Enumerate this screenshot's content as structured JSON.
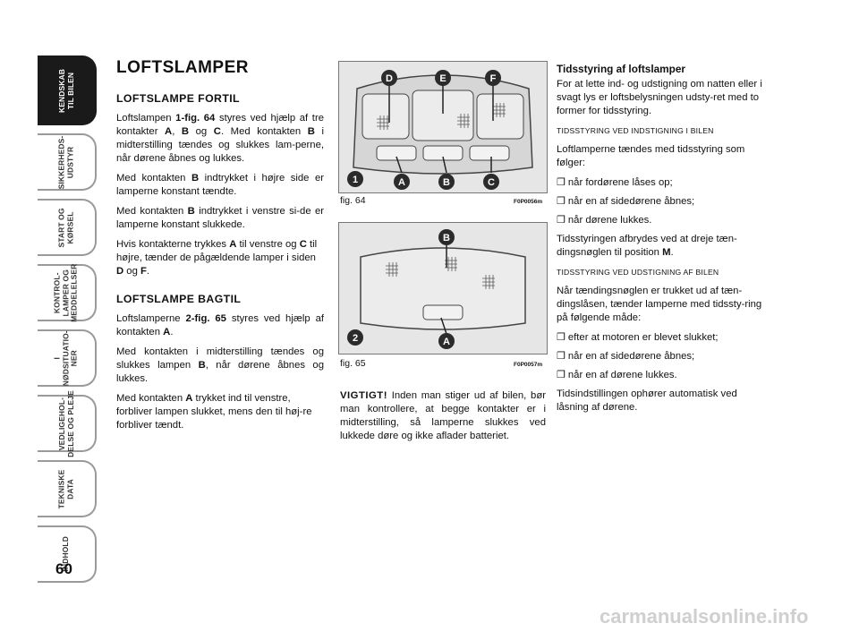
{
  "page_number": "60",
  "side_tabs": [
    {
      "label": "KENDSKAB\nTIL BILEN",
      "active": true
    },
    {
      "label": "SIKKERHEDS-\nUDSTYR",
      "active": false
    },
    {
      "label": "START OG\nKØRSEL",
      "active": false
    },
    {
      "label": "KONTROL-\nLAMPER OG\nMEDDELELSER",
      "active": false
    },
    {
      "label": "I\nNØDSITUATIO-\nNER",
      "active": false
    },
    {
      "label": "VEDLIGEHOL-\nDELSE OG PLEJE",
      "active": false
    },
    {
      "label": "TEKNISKE\nDATA",
      "active": false
    },
    {
      "label": "INDHOLD",
      "active": false
    }
  ],
  "col1": {
    "title": "LOFTSLAMPER",
    "front_heading": "LOFTSLAMPE FORTIL",
    "front_p1": {
      "a": "Loftslampen ",
      "b": "1-fig. 64",
      "c": " styres ved hjælp af tre kontakter ",
      "d": "A",
      "e": ", ",
      "f": "B",
      "g": " og ",
      "h": "C",
      "i": ". Med kontakten ",
      "j": "B",
      "k": " i midterstilling tændes og slukkes lam-perne, når dørene åbnes og lukkes."
    },
    "front_p2": {
      "a": "Med kontakten ",
      "b": "B",
      "c": " indtrykket i højre side er lamperne konstant tændte."
    },
    "front_p3": {
      "a": "Med kontakten ",
      "b": "B",
      "c": " indtrykket i venstre si-de er lamperne konstant slukkede."
    },
    "front_p4": {
      "a": "Hvis kontakterne trykkes ",
      "b": "A",
      "c": " til venstre og ",
      "d": "C",
      "e": " til højre, tænder de pågældende lamper i siden ",
      "f": "D",
      "g": " og ",
      "h": "F",
      "i": "."
    },
    "rear_heading": "LOFTSLAMPE BAGTIL",
    "rear_p1": {
      "a": "Loftslamperne ",
      "b": "2-fig. 65",
      "c": " styres ved hjælp af kontakten ",
      "d": "A",
      "e": "."
    },
    "rear_p2": {
      "a": "Med kontakten i midterstilling tændes og slukkes lampen ",
      "b": "B",
      "c": ", når dørene åbnes og lukkes."
    },
    "rear_p3": {
      "a": "Med kontakten ",
      "b": "A",
      "c": " trykket ind til venstre, forbliver lampen slukket, mens den til høj-re forbliver tændt."
    }
  },
  "fig64": {
    "caption": "fig. 64",
    "code": "F0P0056m",
    "labels": [
      "D",
      "E",
      "F",
      "1",
      "A",
      "B",
      "C"
    ]
  },
  "fig65": {
    "caption": "fig. 65",
    "code": "F0P0057m",
    "labels": [
      "B",
      "2",
      "A"
    ]
  },
  "warning": {
    "bold": "VIGTIGT!",
    "text": " Inden man stiger ud af bilen, bør man kontrollere, at begge kontakter er i midterstilling, så lamperne slukkes ved lukkede døre og ikke aflader batteriet."
  },
  "col3": {
    "heading": "Tidsstyring af loftslamper",
    "p1": "For at lette ind- og udstigning om natten eller i svagt lys er loftsbelysningen udsty-ret med to former for tidsstyring.",
    "sub1": "Tidsstyring ved indstigning i bilen",
    "p2": "Loftlamperne tændes med tidsstyring som følger:",
    "list1": [
      "når fordørene låses op;",
      "når en af sidedørene åbnes;",
      "når dørene lukkes."
    ],
    "p3a": "Tidsstyringen afbrydes ved at dreje tæn-dingsnøglen til position ",
    "p3b": "M",
    "p3c": ".",
    "sub2": "Tidsstyring ved udstigning af bilen",
    "p4": "Når tændingsnøglen er trukket ud af tæn-dingslåsen, tænder lamperne med tidssty-ring på følgende måde:",
    "list2": [
      "efter at motoren er blevet slukket;",
      "når en af sidedørene åbnes;",
      "når en af dørene lukkes."
    ],
    "p5": "Tidsindstillingen ophører automatisk ved låsning af dørene."
  },
  "watermark": "carmanualsonline.info",
  "colors": {
    "tab_active": "#1a1a1a",
    "badge": "#2b2b2b"
  }
}
